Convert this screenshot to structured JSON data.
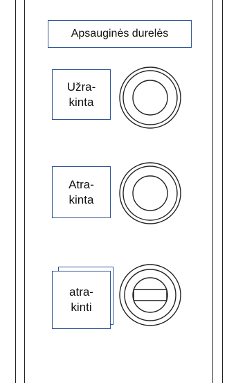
{
  "panel": {
    "title": "Apsauginės durelės"
  },
  "controls": [
    {
      "label": "Užra-\nkinta",
      "type": "pushbutton"
    },
    {
      "label": "Atra-\nkinta",
      "type": "pushbutton"
    },
    {
      "label": "atra-\nkinti",
      "type": "key-switch"
    }
  ],
  "colors": {
    "box_border": "#2f5597",
    "line": "#222222"
  }
}
